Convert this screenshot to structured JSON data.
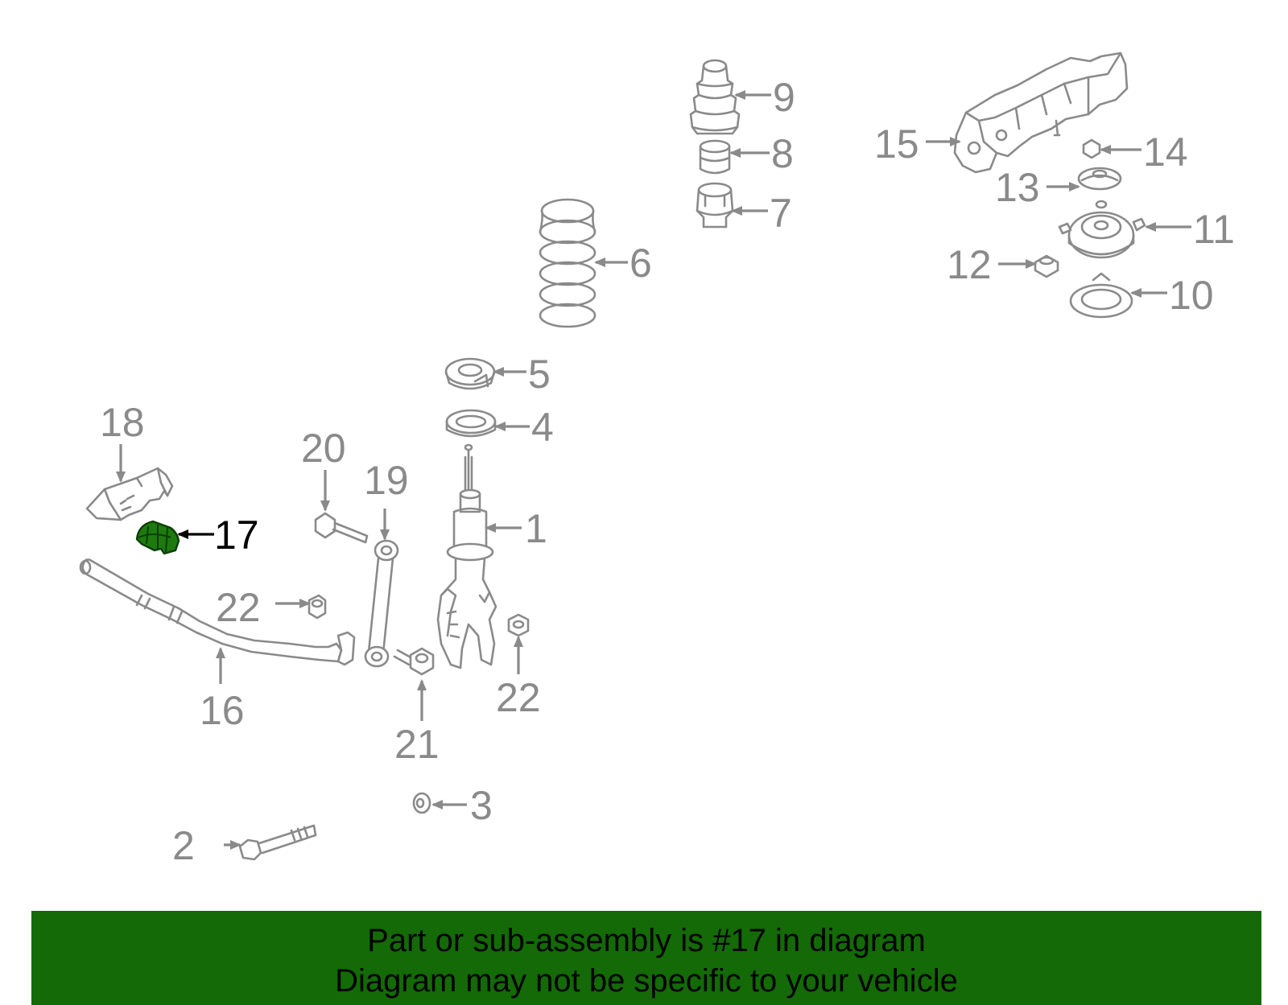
{
  "colors": {
    "part_gray": "#8a8a8a",
    "highlight_fill": "#1e7a0f",
    "highlight_text": "#000000",
    "banner_bg": "#136a06"
  },
  "highlighted_part": "17",
  "callouts": [
    {
      "id": "c1",
      "label": "1"
    },
    {
      "id": "c2",
      "label": "2"
    },
    {
      "id": "c3",
      "label": "3"
    },
    {
      "id": "c4",
      "label": "4"
    },
    {
      "id": "c5",
      "label": "5"
    },
    {
      "id": "c6",
      "label": "6"
    },
    {
      "id": "c7",
      "label": "7"
    },
    {
      "id": "c8",
      "label": "8"
    },
    {
      "id": "c9",
      "label": "9"
    },
    {
      "id": "c10",
      "label": "10"
    },
    {
      "id": "c11",
      "label": "11"
    },
    {
      "id": "c12",
      "label": "12"
    },
    {
      "id": "c13",
      "label": "13"
    },
    {
      "id": "c14",
      "label": "14"
    },
    {
      "id": "c15",
      "label": "15"
    },
    {
      "id": "c16",
      "label": "16"
    },
    {
      "id": "c17",
      "label": "17"
    },
    {
      "id": "c18",
      "label": "18"
    },
    {
      "id": "c19",
      "label": "19"
    },
    {
      "id": "c20",
      "label": "20"
    },
    {
      "id": "c21",
      "label": "21"
    },
    {
      "id": "c22a",
      "label": "22"
    },
    {
      "id": "c22b",
      "label": "22"
    }
  ],
  "banner": {
    "line1": "Part or sub-assembly is #17 in diagram",
    "line2": "Diagram may not be specific to your vehicle"
  }
}
